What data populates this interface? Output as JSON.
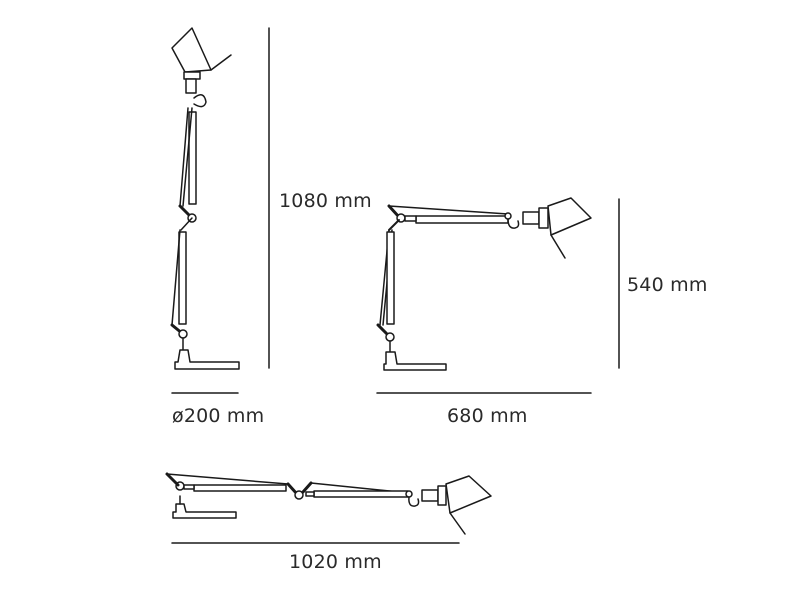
{
  "diagram": {
    "subject": "articulated desk lamp dimension drawing",
    "colors": {
      "line": "#1a1a1a",
      "text": "#2a2a2a",
      "background": "#ffffff"
    },
    "views": [
      {
        "id": "vertical",
        "description": "lamp extended vertically"
      },
      {
        "id": "bent",
        "description": "lamp with arm bent horizontally"
      },
      {
        "id": "horizontal",
        "description": "lamp fully extended horizontally"
      }
    ],
    "dimensions": {
      "height_max": "1080 mm",
      "base_diameter": "ø200 mm",
      "height_bent": "540 mm",
      "reach_bent": "680 mm",
      "reach_max": "1020 mm"
    }
  }
}
